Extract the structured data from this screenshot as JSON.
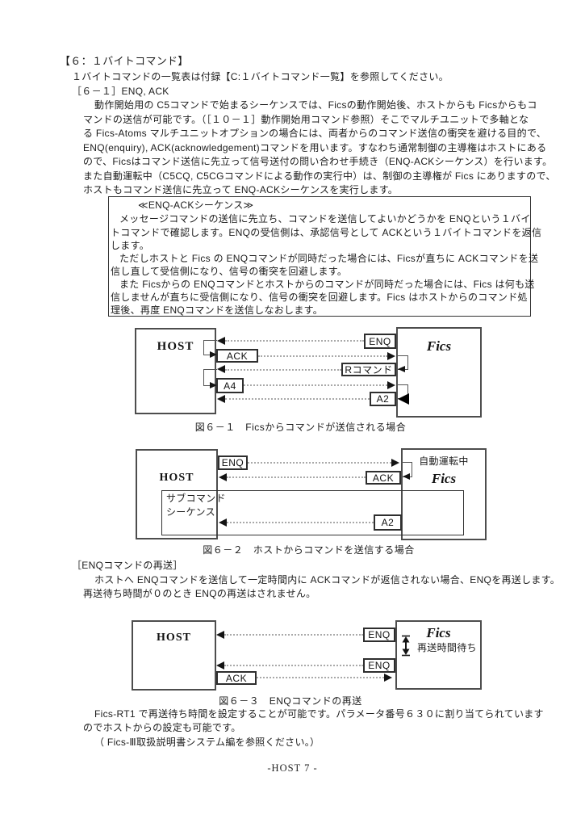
{
  "colors": {
    "text": "#1c1c1c",
    "box_border": "#4d4d4d",
    "dotted_line": "#a9a9a9",
    "arrow": "#141414"
  },
  "header": {
    "title": "【６：１バイトコマンド】",
    "intro": "１バイトコマンドの一覧表は付録【C:１バイトコマンド一覧】を参照してください。",
    "section": "［６－１］ENQ, ACK"
  },
  "para1": [
    "動作開始用の C5コマンドで始まるシーケンスでは、Ficsの動作開始後、ホストからも Ficsからもコ",
    "マンドの送信が可能です。（［１０－１］動作開始用コマンド参照）そこでマルチユニットで多軸とな",
    "る Fics-Atoms マルチユニットオプションの場合には、両者からのコマンド送信の衝突を避ける目的で、",
    "ENQ(enquiry), ACK(acknowledgement)コマンドを用います。すなわち通常制御の主導権はホストにある",
    "ので、Ficsはコマンド送信に先立って信号送付の問い合わせ手続き（ENQ-ACKシーケンス）を行います。",
    "また自動運転中（C5CQ, C5CGコマンドによる動作の実行中）は、制御の主導権が Fics にありますので、",
    "ホストもコマンド送信に先立って ENQ-ACKシーケンスを実行します。"
  ],
  "enq_ack_box": {
    "heading": "≪ENQ-ACKシーケンス≫",
    "lines": [
      "メッセージコマンドの送信に先立ち、コマンドを送信してよいかどうかを ENQという１バイ",
      "トコマンドで確認します。ENQの受信側は、承認信号として ACKという１バイトコマンドを返信",
      "します。",
      "ただしホストと Fics の ENQコマンドが同時だった場合には、Ficsが直ちに ACKコマンドを送",
      "信し直して受信側になり、信号の衝突を回避します。",
      "また Ficsからの ENQコマンドとホストからのコマンドが同時だった場合には、Fics は何も送",
      "信しませんが直ちに受信側になり、信号の衝突を回避します。Fics はホストからのコマンド処",
      "理後、再度 ENQコマンドを送信しなおします。"
    ]
  },
  "diagram1": {
    "host_label": "HOST",
    "fics_label": "Fics",
    "msg_enq": "ENQ",
    "msg_ack": "ACK",
    "msg_rcmd": "Rコマンド",
    "msg_a4": "A4",
    "msg_a2": "A2",
    "caption": "図６－１　Ficsからコマンドが送信される場合"
  },
  "diagram2": {
    "host_label": "HOST",
    "fics_label": "Fics",
    "auto_label": "自動運転中",
    "sub_label_1": "サブコマンド",
    "sub_label_2": "シーケンス",
    "msg_enq": "ENQ",
    "msg_ack": "ACK",
    "msg_a2": "A2",
    "caption": "図６－２　ホストからコマンドを送信する場合"
  },
  "resend": {
    "heading": "［ENQコマンドの再送］",
    "lines": [
      "ホストへ ENQコマンドを送信して一定時間内に ACKコマンドが返信されない場合、ENQを再送します。",
      "再送待ち時間が０のとき ENQの再送はされません。"
    ]
  },
  "diagram3": {
    "host_label": "HOST",
    "fics_label": "Fics",
    "wait_label": "再送時間待ち",
    "msg_enq1": "ENQ",
    "msg_enq2": "ENQ",
    "msg_ack": "ACK",
    "caption": "図６－３　ENQコマンドの再送"
  },
  "closing": {
    "lines": [
      "Fics-RT1 で再送待ち時間を設定することが可能です。パラメータ番号６３０に割り当てられています",
      "のでホストからの設定も可能です。",
      "（ Fics-Ⅲ取扱説明書システム編を参照ください。）"
    ]
  },
  "footer": "-HOST 7 -"
}
